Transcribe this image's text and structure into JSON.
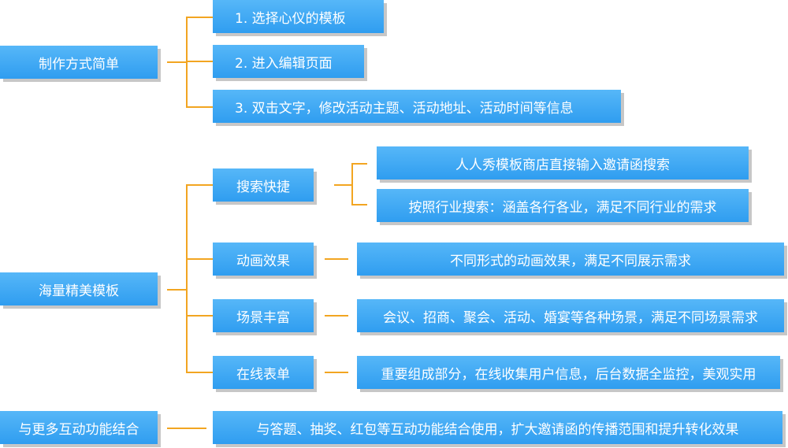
{
  "colors": {
    "node": "#3aa6f4",
    "connector": "#f2a521",
    "shadow": "#c7c7c7"
  },
  "sections": [
    {
      "label": "制作方式简单",
      "items": [
        "1. 选择心仪的模板",
        "2. 进入编辑页面",
        "3. 双击文字，修改活动主题、活动地址、活动时间等信息"
      ]
    },
    {
      "label": "海量精美模板",
      "subs": [
        {
          "label": "搜索快捷",
          "details": [
            "人人秀模板商店直接输入邀请函搜索",
            "按照行业搜索：涵盖各行各业，满足不同行业的需求"
          ]
        },
        {
          "label": "动画效果",
          "details": [
            "不同形式的动画效果，满足不同展示需求"
          ]
        },
        {
          "label": "场景丰富",
          "details": [
            "会议、招商、聚会、活动、婚宴等各种场景，满足不同场景需求"
          ]
        },
        {
          "label": "在线表单",
          "details": [
            "重要组成部分，在线收集用户信息，后台数据全监控，美观实用"
          ]
        }
      ]
    },
    {
      "label": "与更多互动功能结合",
      "details": [
        "与答题、抽奖、红包等互动功能结合使用，扩大邀请函的传播范围和提升转化效果"
      ]
    }
  ]
}
